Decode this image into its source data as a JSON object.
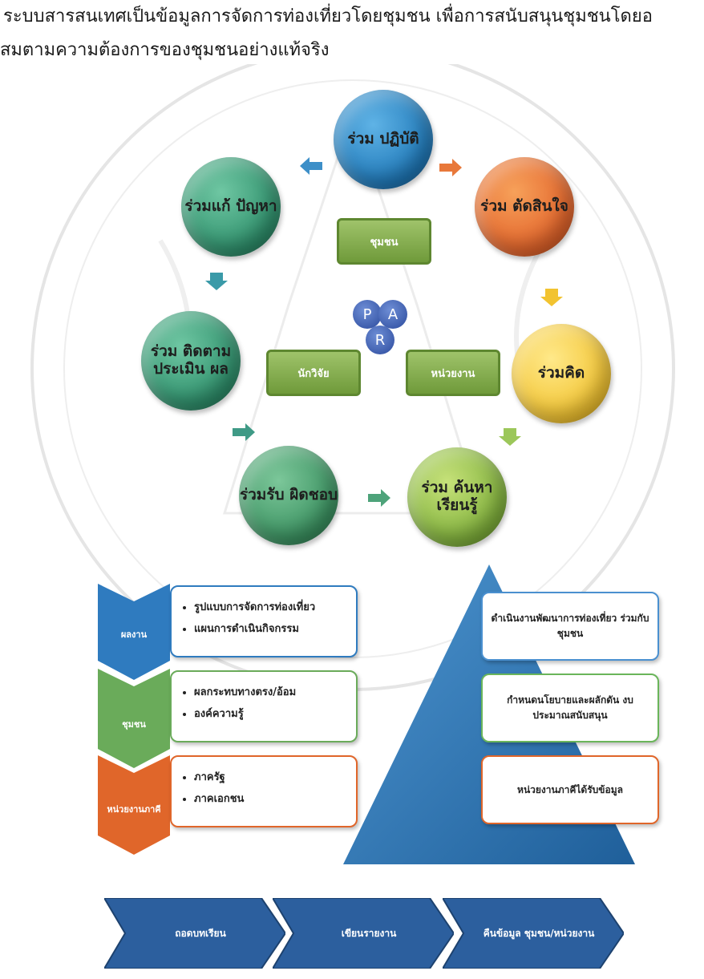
{
  "intro": {
    "line1": "ระบบสารสนเทศเป็นข้อมูลการจัดการท่องเที่ยวโดยชุมชน เพื่อการสนับสนุนชุมชนโดยอ",
    "line2": "สมตามความต้องการของชุมชนอย่างแท้จริง"
  },
  "cycle": {
    "top": "ร่วม ปฏิบัติ",
    "right_top": "ร่วม ตัดสินใจ",
    "right": "ร่วมคิด",
    "bottom_right": "ร่วม ค้นหา เรียนรู้",
    "bottom_left": "ร่วมรับ ผิดชอบ",
    "left": "ร่วม ติดตาม ประเมิน ผล",
    "left_top": "ร่วมแก้ ปัญหา"
  },
  "center_boxes": {
    "top": "ชุมชน",
    "left": "นักวิจัย",
    "right": "หน่วยงาน"
  },
  "par": [
    "P",
    "A",
    "R"
  ],
  "chevrons": [
    {
      "label": "ผลงาน",
      "items": [
        "รูปแบบการจัดการท่องเที่ยว",
        "แผนการดำเนินกิจกรรม"
      ],
      "color": "#2f7bbf",
      "border": "#2f7bbf"
    },
    {
      "label": "ชุมชน",
      "items": [
        "ผลกระทบทางตรง/อ้อม",
        "องค์ความรู้"
      ],
      "color": "#6aab5a",
      "border": "#6aab5a"
    },
    {
      "label": "หน่วยงานภาคี",
      "items": [
        "ภาครัฐ",
        "ภาคเอกชน"
      ],
      "color": "#e0662a",
      "border": "#e0662a"
    }
  ],
  "pyramid": {
    "boxes": [
      "ดำเนินงานพัฒนาการท่องเที่ยว ร่วมกับชุมชน",
      "กำหนดนโยบายและผลักดัน งบประมาณสนับสนุน",
      "หน่วยงานภาคีได้รับข้อมูล"
    ],
    "color": "#2a78b8",
    "border_colors": [
      "#4a90d0",
      "#6ab55a",
      "#e0662a"
    ]
  },
  "flow": [
    "ถอดบทเรียน",
    "เขียนรายงาน",
    "คืนข้อมูล ชุมชน/หน่วยงาน"
  ],
  "colors": {
    "blue": "#1f78b8",
    "orange": "#e2632a",
    "yellow": "#f2c330",
    "teal": "#2e8f6b",
    "green": "#7fb03b",
    "flow_blue": "#2c5f9e"
  }
}
